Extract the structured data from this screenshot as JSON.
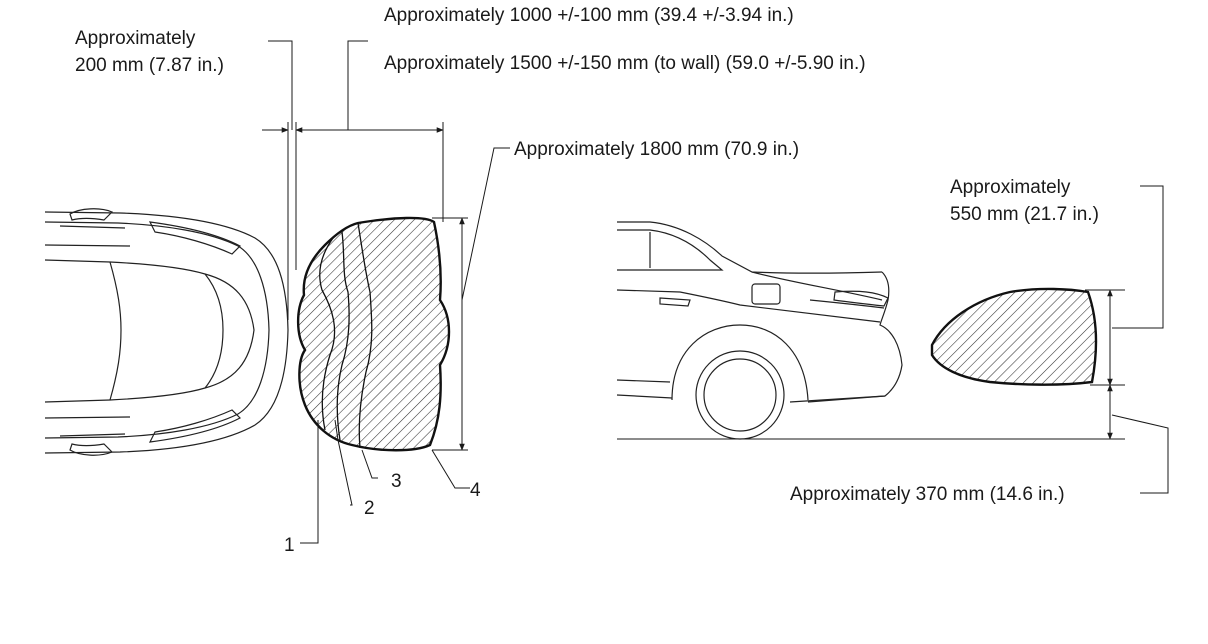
{
  "labels": {
    "lateral_distance_line1": "Approximately",
    "lateral_distance_line2": "200 mm (7.87 in.)",
    "target_distance": "Approximately 1000 +/-100 mm (39.4 +/-3.94 in.)",
    "wall_distance": "Approximately 1500 +/-150 mm (to wall) (59.0 +/-5.90 in.)",
    "target_width": "Approximately 1800 mm (70.9 in.)",
    "target_height_line1": "Approximately",
    "target_height_line2": "550 mm (21.7 in.)",
    "ground_clearance": "Approximately 370 mm (14.6 in.)"
  },
  "callouts": [
    "1",
    "2",
    "3",
    "4"
  ],
  "colors": {
    "line": "#1a1a1a",
    "background": "#ffffff"
  }
}
